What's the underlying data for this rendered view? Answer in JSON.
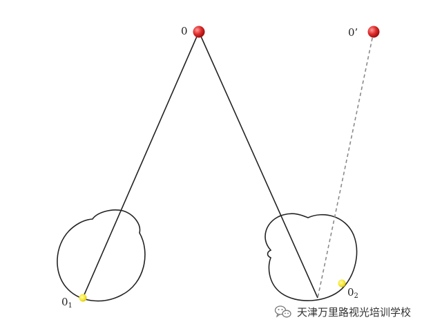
{
  "labels": {
    "object": "0",
    "object_prime": "0’",
    "fovea_left": "0",
    "fovea_left_sub": "1",
    "fovea_right": "0",
    "fovea_right_sub": "2"
  },
  "colors": {
    "object_point": "#e02d2d",
    "fovea_point": "#f5e62a",
    "line": "#222222",
    "dashed_line": "#8a8a8a"
  },
  "watermark": {
    "icon": "wechat-icon",
    "text": "天津万里路视光培训学校"
  }
}
